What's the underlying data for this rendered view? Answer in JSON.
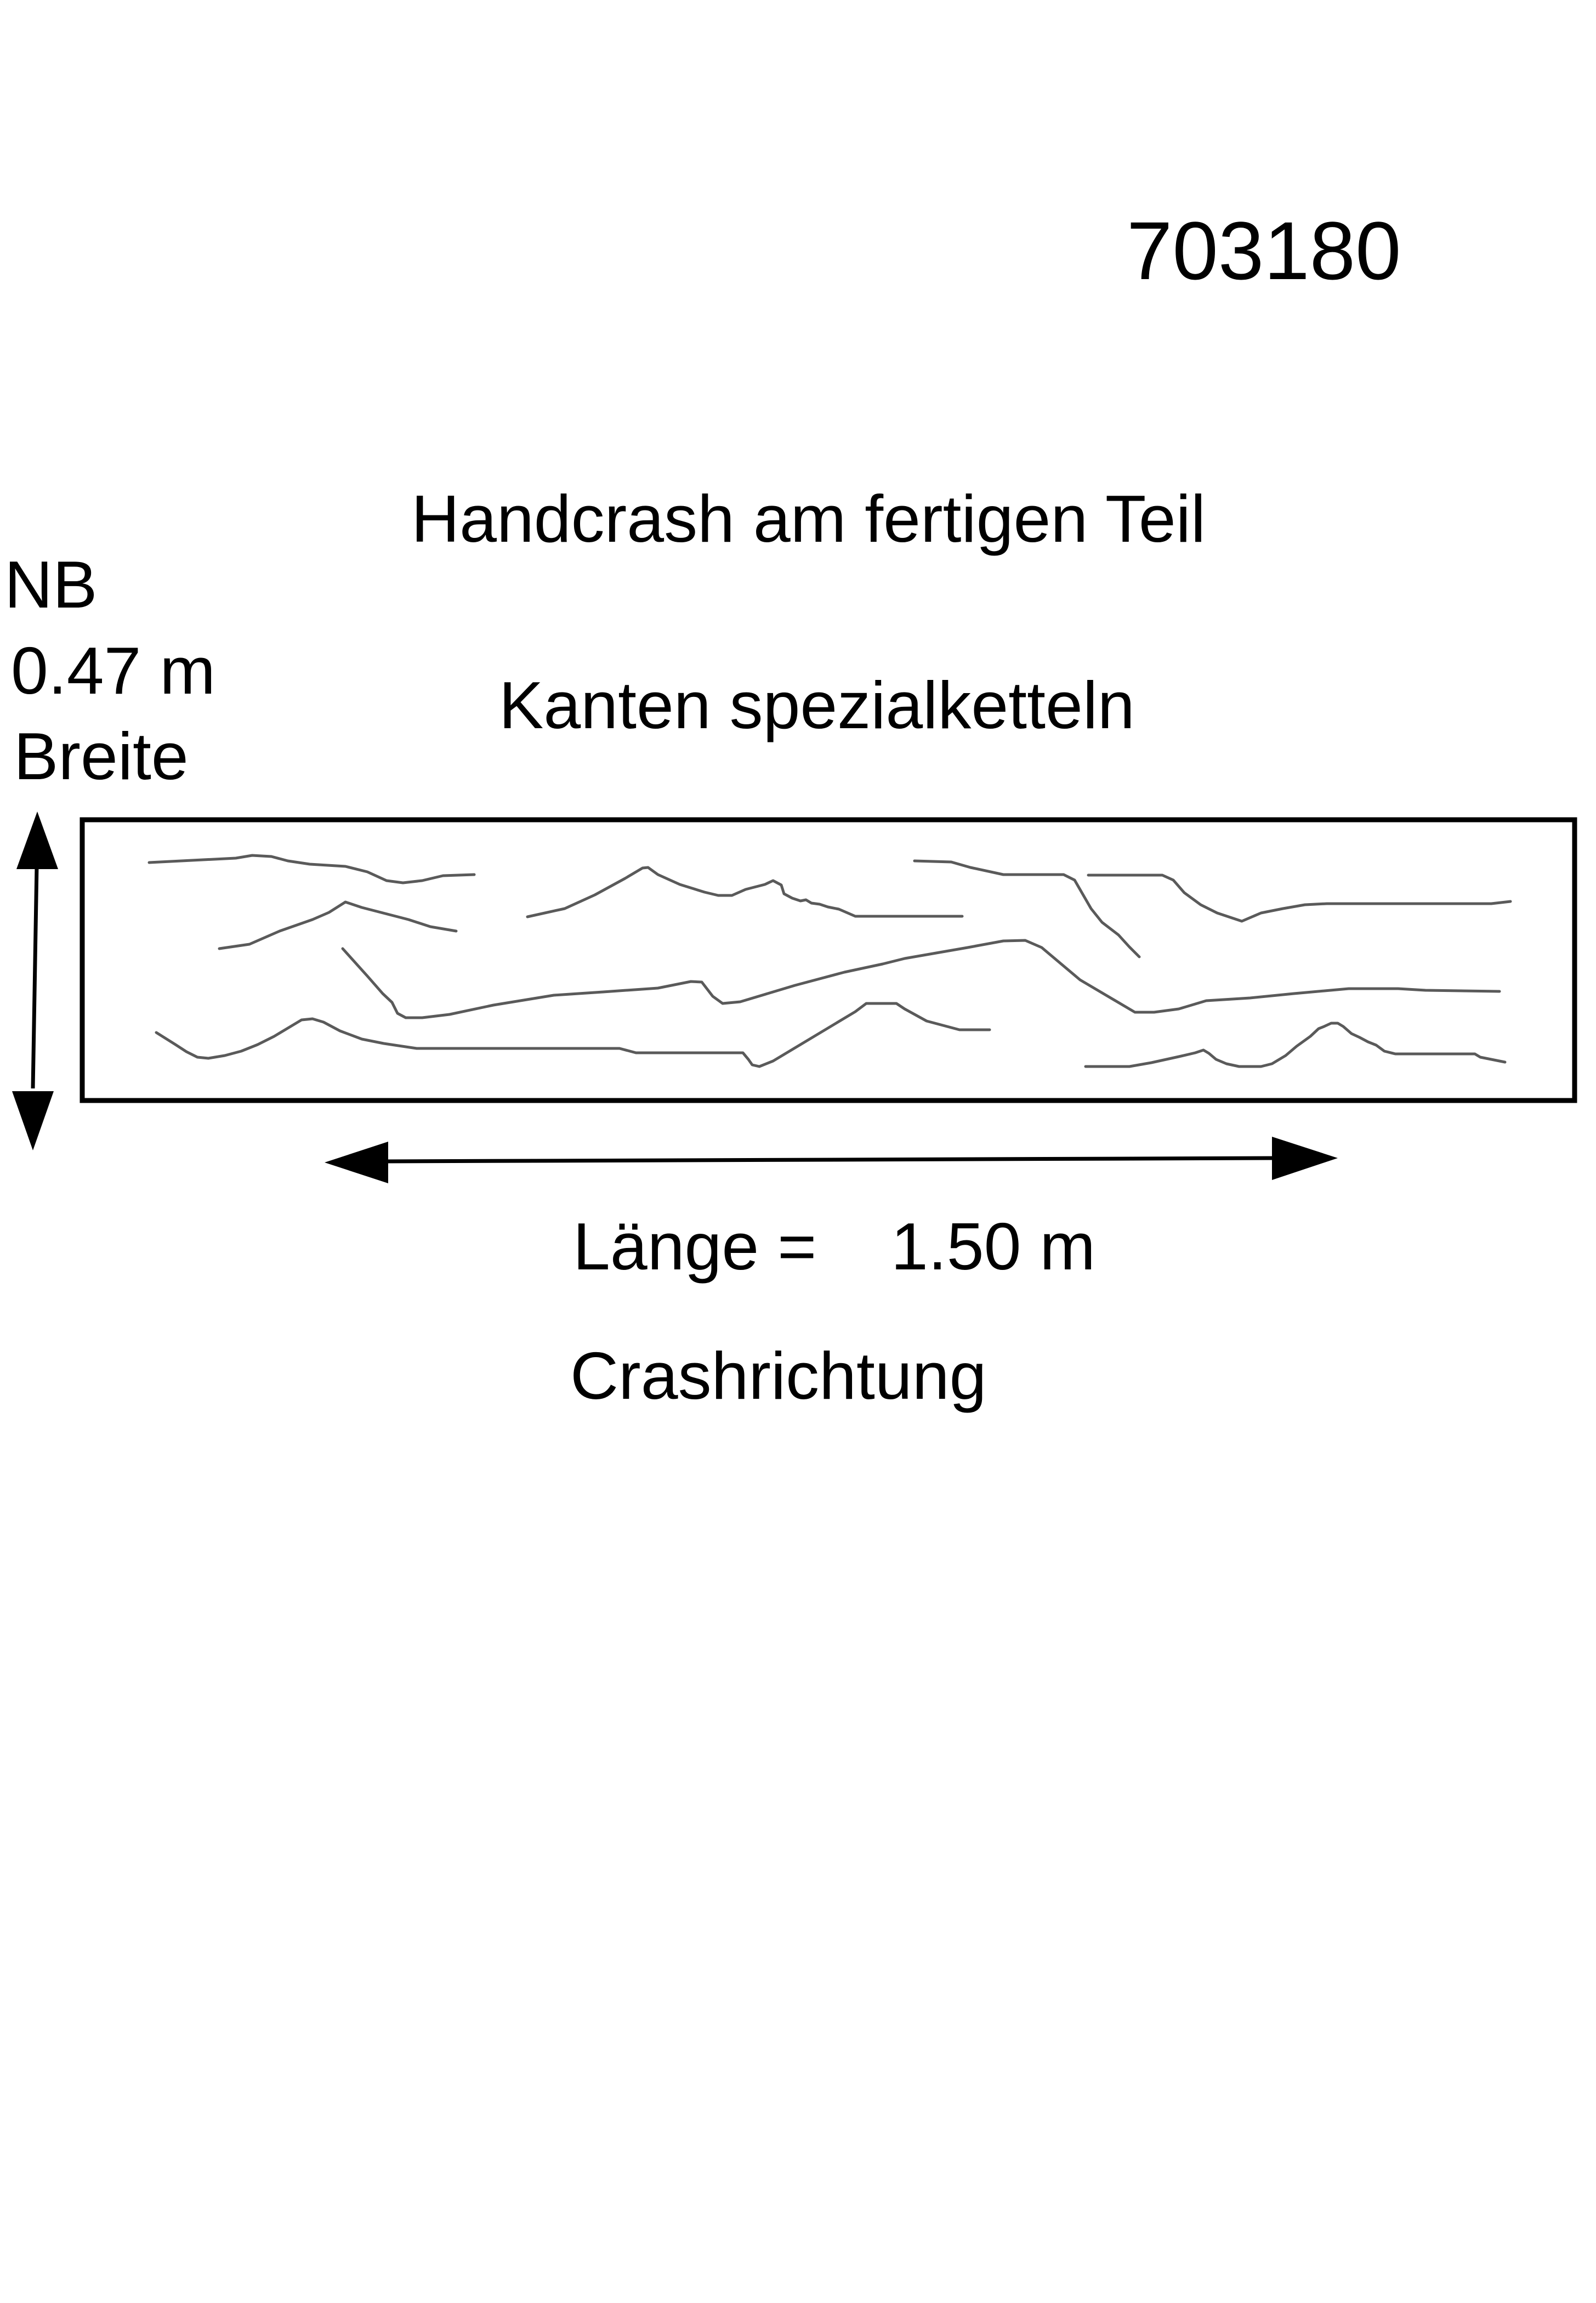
{
  "article_number": "703180",
  "title_line_1": "Handcrash am fertigen Teil",
  "title_line_2": "Kanten spezialketteln",
  "width": {
    "tag": "NB",
    "value": "0.47 m",
    "label": "Breite"
  },
  "length": {
    "label": "Länge =",
    "value": "1.50 m"
  },
  "direction_label": "Crashrichtung",
  "colors": {
    "ink": "#000000",
    "crease_lines": "#5a5a5a",
    "background": "#ffffff"
  }
}
